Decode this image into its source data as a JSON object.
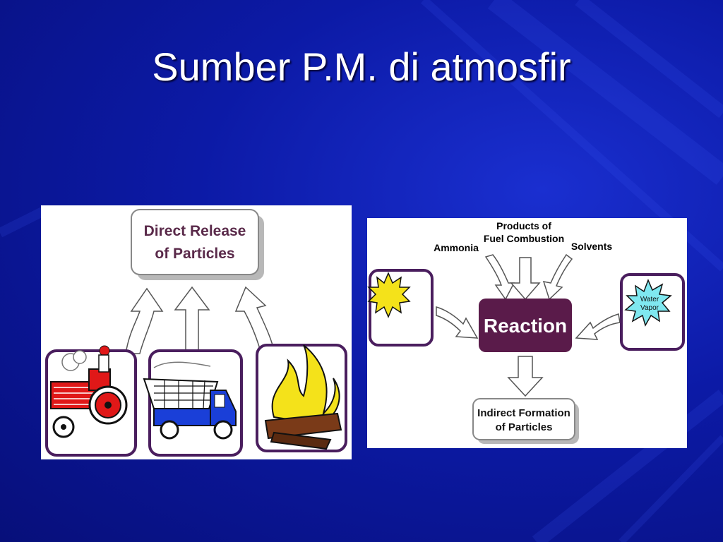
{
  "slide": {
    "title": "Sumber P.M. di atmosfir"
  },
  "left_diagram": {
    "box_line1": "Direct Release",
    "box_line2": "of Particles",
    "sources": [
      "tractor-icon",
      "truck-icon",
      "fire-icon"
    ]
  },
  "right_diagram": {
    "label_ammonia": "Ammonia",
    "label_products_line1": "Products of",
    "label_products_line2": "Fuel Combustion",
    "label_solvents": "Solvents",
    "reaction_label": "Reaction",
    "water_line1": "Water",
    "water_line2": "Vapor",
    "result_line1": "Indirect Formation",
    "result_line2": "of Particles"
  },
  "colors": {
    "background": "#0c1aa6",
    "reaction_box": "#5a1b4a",
    "frame_purple": "#4a1e5e",
    "tractor_red": "#e01818",
    "truck_blue": "#1a3fd8",
    "flame_yellow": "#f4e21a"
  }
}
